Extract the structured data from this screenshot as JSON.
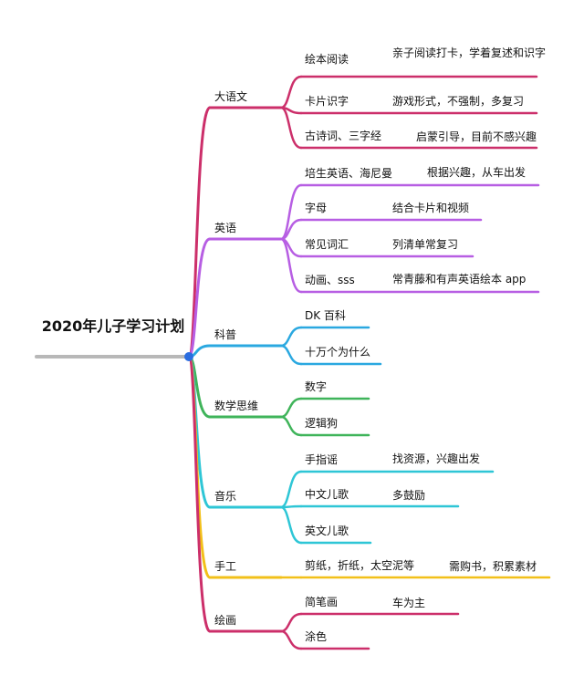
{
  "root": {
    "title": "2020年儿子学习计划",
    "color": "#b8b8b8",
    "dot_color": "#2b6de0"
  },
  "branches": [
    {
      "id": "chinese",
      "label": "大语文",
      "color": "#cc2f6a",
      "children": [
        {
          "label": "绘本阅读",
          "note": "亲子阅读打卡，学着复述和识字"
        },
        {
          "label": "卡片识字",
          "note": "游戏形式，不强制，多复习"
        },
        {
          "label": "古诗词、三字经",
          "note": "启蒙引导，目前不感兴趣"
        }
      ]
    },
    {
      "id": "english",
      "label": "英语",
      "color": "#b75ee3",
      "children": [
        {
          "label": "培生英语、海尼曼",
          "note": "根据兴趣，从车出发"
        },
        {
          "label": "字母",
          "note": "结合卡片和视频"
        },
        {
          "label": "常见词汇",
          "note": "列清单常复习"
        },
        {
          "label": "动画、sss",
          "note": "常青藤和有声英语绘本 app"
        }
      ]
    },
    {
      "id": "science",
      "label": "科普",
      "color": "#2aa8e0",
      "children": [
        {
          "label": "DK 百科",
          "note": ""
        },
        {
          "label": "十万个为什么",
          "note": ""
        }
      ]
    },
    {
      "id": "math",
      "label": "数学思维",
      "color": "#3fb45a",
      "children": [
        {
          "label": "数字",
          "note": ""
        },
        {
          "label": "逻辑狗",
          "note": ""
        }
      ]
    },
    {
      "id": "music",
      "label": "音乐",
      "color": "#2ec6d6",
      "children": [
        {
          "label": "手指谣",
          "note": "找资源，兴趣出发"
        },
        {
          "label": "中文儿歌",
          "note": "多鼓励"
        },
        {
          "label": "英文儿歌",
          "note": ""
        }
      ]
    },
    {
      "id": "craft",
      "label": "手工",
      "color": "#f2c019",
      "children": [
        {
          "label": "剪纸，折纸，太空泥等",
          "note": "需购书，积累素材"
        }
      ]
    },
    {
      "id": "drawing",
      "label": "绘画",
      "color": "#cc2f6a",
      "children": [
        {
          "label": "简笔画",
          "note": "车为主"
        },
        {
          "label": "涂色",
          "note": ""
        }
      ]
    }
  ]
}
